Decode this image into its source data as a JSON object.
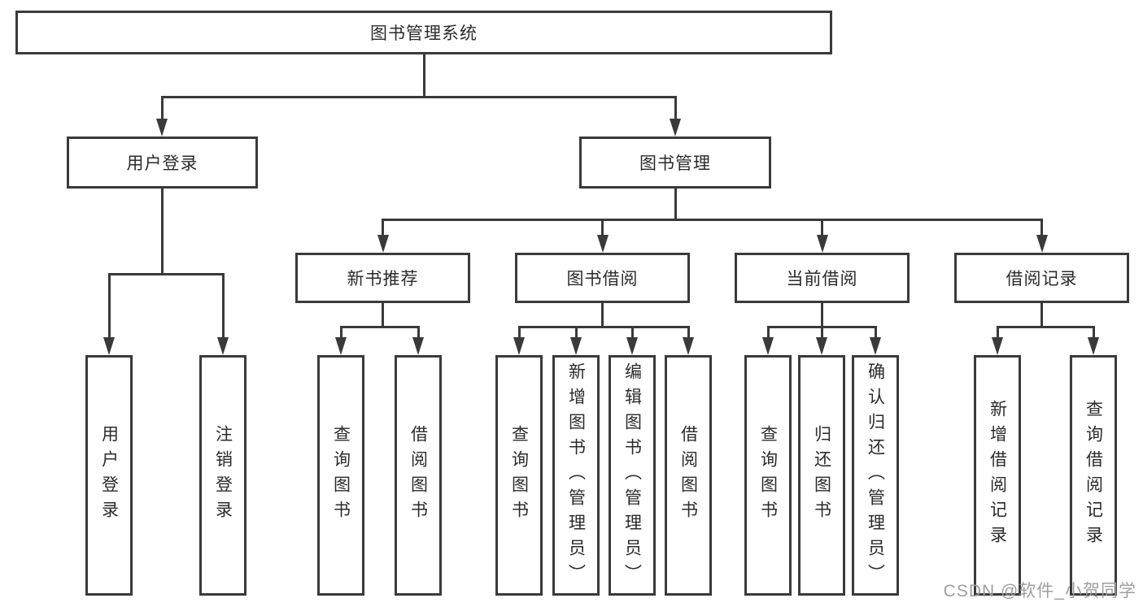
{
  "root": {
    "label": "图书管理系统"
  },
  "level2": {
    "login": {
      "label": "用户登录"
    },
    "mgmt": {
      "label": "图书管理"
    }
  },
  "level3": {
    "recommend": {
      "label": "新书推荐"
    },
    "borrow": {
      "label": "图书借阅"
    },
    "current": {
      "label": "当前借阅"
    },
    "records": {
      "label": "借阅记录"
    }
  },
  "leaves": {
    "login1": "用户登录",
    "login2": "注销登录",
    "rec1": "查询图书",
    "rec2": "借阅图书",
    "bor1": "查询图书",
    "bor2": "新增图书（管理员）",
    "bor3": "编辑图书（管理员）",
    "bor4": "借阅图书",
    "cur1": "查询图书",
    "cur2": "归还图书",
    "cur3": "确认归还（管理员）",
    "rc1": "新增借阅记录",
    "rc2": "查询借阅记录"
  },
  "watermark": "CSDN @软件_小贺同学",
  "colors": {
    "line": "#3a3a3a",
    "box_border": "#3a3a3a",
    "box_background": "#ffffff",
    "text": "#2b2b2b",
    "watermark": "#9e9e9e"
  }
}
